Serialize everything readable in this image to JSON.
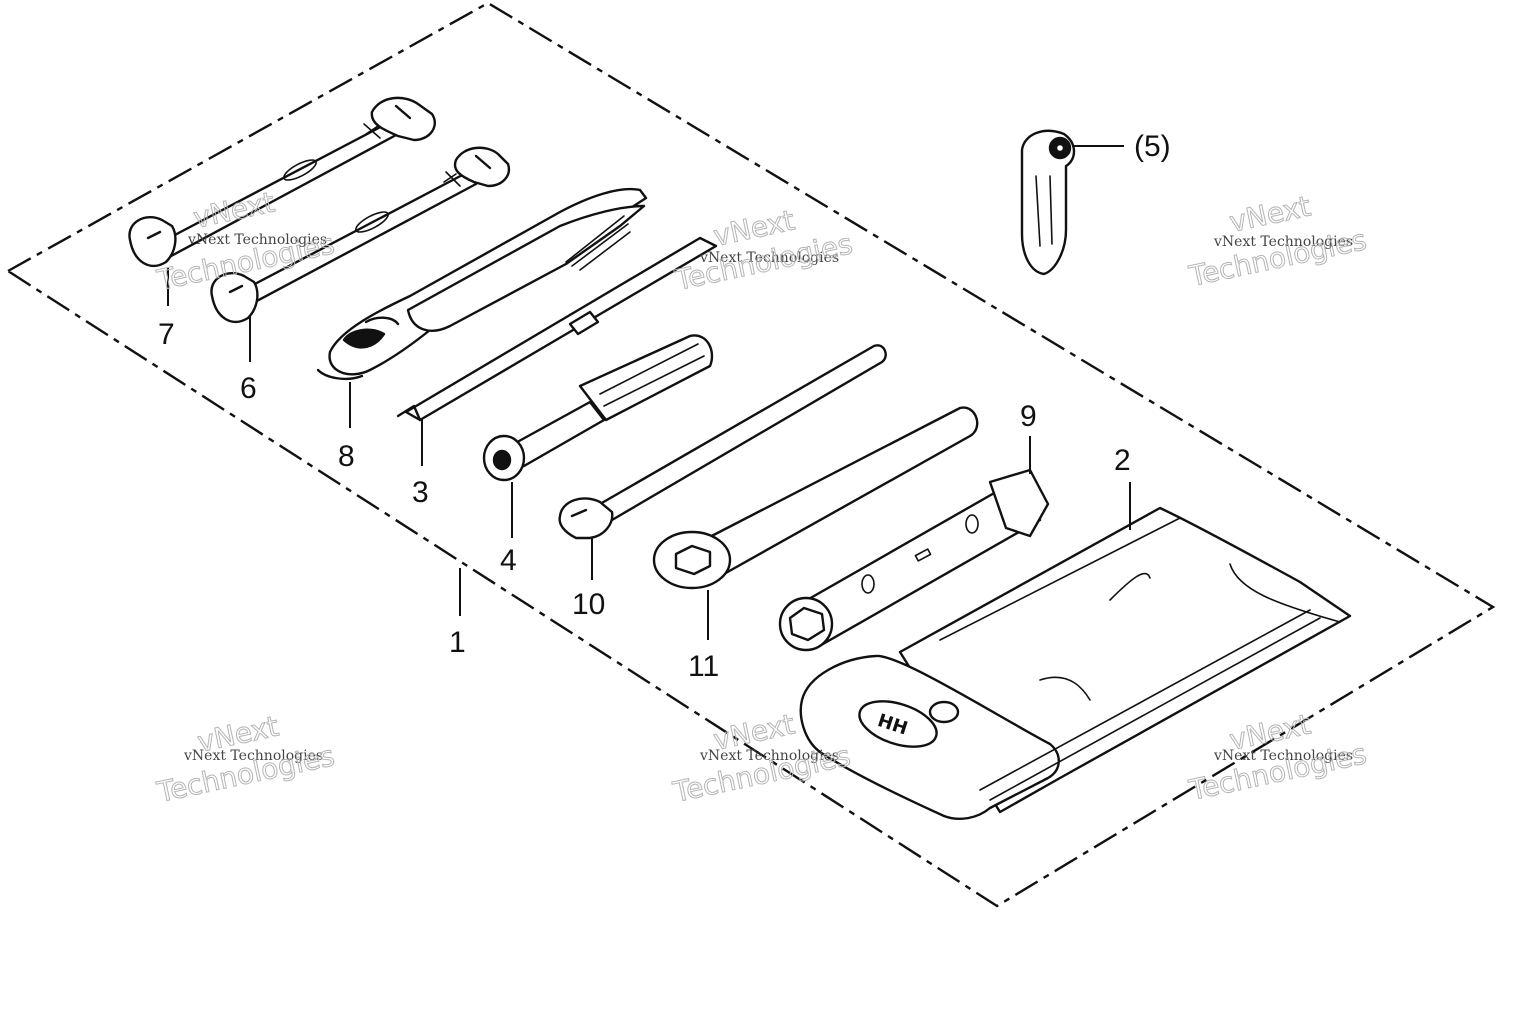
{
  "diagram": {
    "callouts": [
      {
        "id": "1",
        "label": "1"
      },
      {
        "id": "2",
        "label": "2"
      },
      {
        "id": "3",
        "label": "3"
      },
      {
        "id": "4",
        "label": "4"
      },
      {
        "id": "5",
        "label": "(5)"
      },
      {
        "id": "6",
        "label": "6"
      },
      {
        "id": "7",
        "label": "7"
      },
      {
        "id": "8",
        "label": "8"
      },
      {
        "id": "9",
        "label": "9"
      },
      {
        "id": "10",
        "label": "10"
      },
      {
        "id": "11",
        "label": "11"
      }
    ],
    "watermark": {
      "line1": "vNext",
      "line2": "vNext Technologies",
      "line3": "Technologies"
    }
  }
}
